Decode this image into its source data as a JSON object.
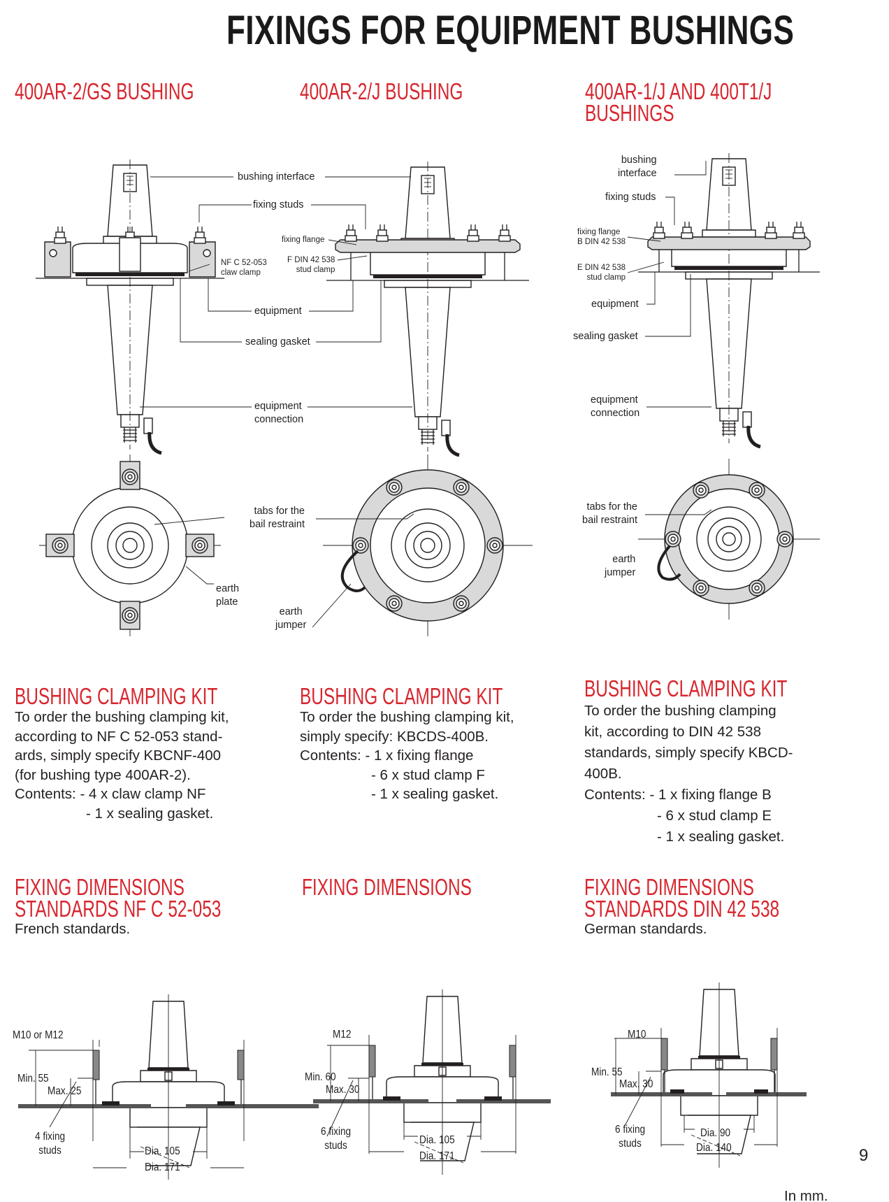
{
  "title": "FIXINGS FOR EQUIPMENT BUSHINGS",
  "columns": [
    {
      "heading": [
        "400AR-2/GS BUSHING"
      ],
      "labels": {
        "bushing_interface": "bushing interface",
        "fixing_studs": "fixing studs",
        "claw_clamp": [
          "NF C 52-053",
          "claw clamp"
        ],
        "equipment": "equipment",
        "sealing_gasket": "sealing gasket",
        "equipment_connection": [
          "equipment",
          "connection"
        ],
        "tabs": [
          "tabs for the",
          "bail restraint"
        ],
        "earth_plate": [
          "earth",
          "plate"
        ]
      },
      "kit_heading": "BUSHING CLAMPING KIT",
      "kit_lines": [
        "To order the bushing clamping kit,",
        "according to NF C 52-053 stand-",
        "ards, simply specify KBCNF-400",
        "(for bushing type 400AR-2).",
        "Contents: - 4 x claw clamp NF",
        "- 1 x sealing gasket."
      ],
      "dim_heading": [
        "FIXING DIMENSIONS",
        "STANDARDS NF C 52-053"
      ],
      "dim_sub": "French standards.",
      "dims": {
        "thread": "M10 or M12",
        "min": "Min. 55",
        "max": "Max. 25",
        "studs": [
          "4 fixing",
          "studs"
        ],
        "dia_inner": "Dia. 105",
        "dia_outer": "Dia. 171"
      }
    },
    {
      "heading": [
        "400AR-2/J BUSHING"
      ],
      "labels": {
        "fixing_flange": "fixing flange",
        "stud_clamp": [
          "F DIN 42 538",
          "stud clamp"
        ],
        "earth_jumper": [
          "earth",
          "jumper"
        ]
      },
      "kit_heading": "BUSHING CLAMPING KIT",
      "kit_lines": [
        "To order the bushing clamping kit,",
        "simply specify: KBCDS-400B.",
        "Contents: - 1 x fixing flange",
        "- 6 x stud clamp F",
        "- 1 x sealing gasket."
      ],
      "dim_heading": [
        "FIXING DIMENSIONS"
      ],
      "dims": {
        "thread": "M12",
        "min": "Min. 60",
        "max": "Max. 30",
        "studs": [
          "6 fixing",
          "studs"
        ],
        "dia_inner": "Dia. 105",
        "dia_outer": "Dia. 171"
      }
    },
    {
      "heading": [
        "400AR-1/J AND 400T1/J",
        "BUSHINGS"
      ],
      "labels": {
        "bushing_interface": [
          "bushing",
          "interface"
        ],
        "fixing_studs": "fixing studs",
        "fixing_flange": [
          "fixing flange",
          "B DIN 42 538"
        ],
        "stud_clamp": [
          "E DIN 42 538",
          "stud clamp"
        ],
        "equipment": "equipment",
        "sealing_gasket": "sealing gasket",
        "equipment_connection": [
          "equipment",
          "connection"
        ],
        "tabs": [
          "tabs for the",
          "bail restraint"
        ],
        "earth_jumper": [
          "earth",
          "jumper"
        ]
      },
      "kit_heading": "BUSHING CLAMPING KIT",
      "kit_lines": [
        "To order the bushing clamping",
        "kit, according to DIN 42 538",
        "standards, simply specify KBCD-",
        "400B.",
        "Contents: - 1 x fixing flange B",
        "- 6 x stud clamp E",
        "- 1 x sealing gasket."
      ],
      "dim_heading": [
        "FIXING DIMENSIONS",
        "STANDARDS DIN 42 538"
      ],
      "dim_sub": "German standards.",
      "dims": {
        "thread": "M10",
        "min": "Min. 55",
        "max": "Max. 30",
        "studs": [
          "6 fixing",
          "studs"
        ],
        "dia_inner": "Dia. 90",
        "dia_outer": "Dia. 140"
      }
    }
  ],
  "page_number": "9",
  "units_note": "In mm.",
  "colors": {
    "accent": "#d7262e",
    "text": "#231f20"
  }
}
